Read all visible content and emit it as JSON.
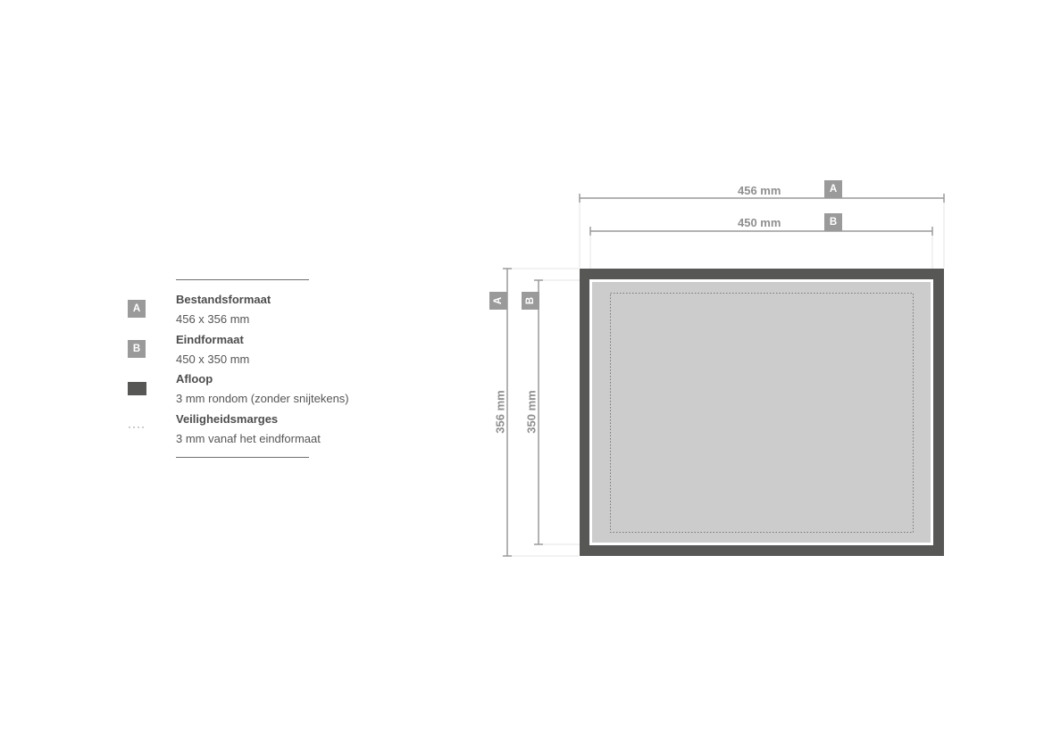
{
  "legend": {
    "items": [
      {
        "symbol": "A",
        "title": "Bestandsformaat",
        "desc": "456 x 356 mm"
      },
      {
        "symbol": "B",
        "title": "Eindformaat",
        "desc": "450 x 350 mm"
      },
      {
        "symbol": "",
        "title": "Afloop",
        "desc": "3 mm rondom (zonder snijtekens)"
      },
      {
        "symbol": "····",
        "title": "Veiligheidsmarges",
        "desc": "3 mm vanaf het eindformaat"
      }
    ]
  },
  "diagram": {
    "width_a": "456 mm",
    "width_b": "450 mm",
    "height_a": "356 mm",
    "height_b": "350 mm",
    "badge_a": "A",
    "badge_b": "B"
  },
  "colors": {
    "bleed": "#575756",
    "trim_area": "#cccccc",
    "dimension_line": "#9a9a9a",
    "badge": "#9a9a9a"
  }
}
